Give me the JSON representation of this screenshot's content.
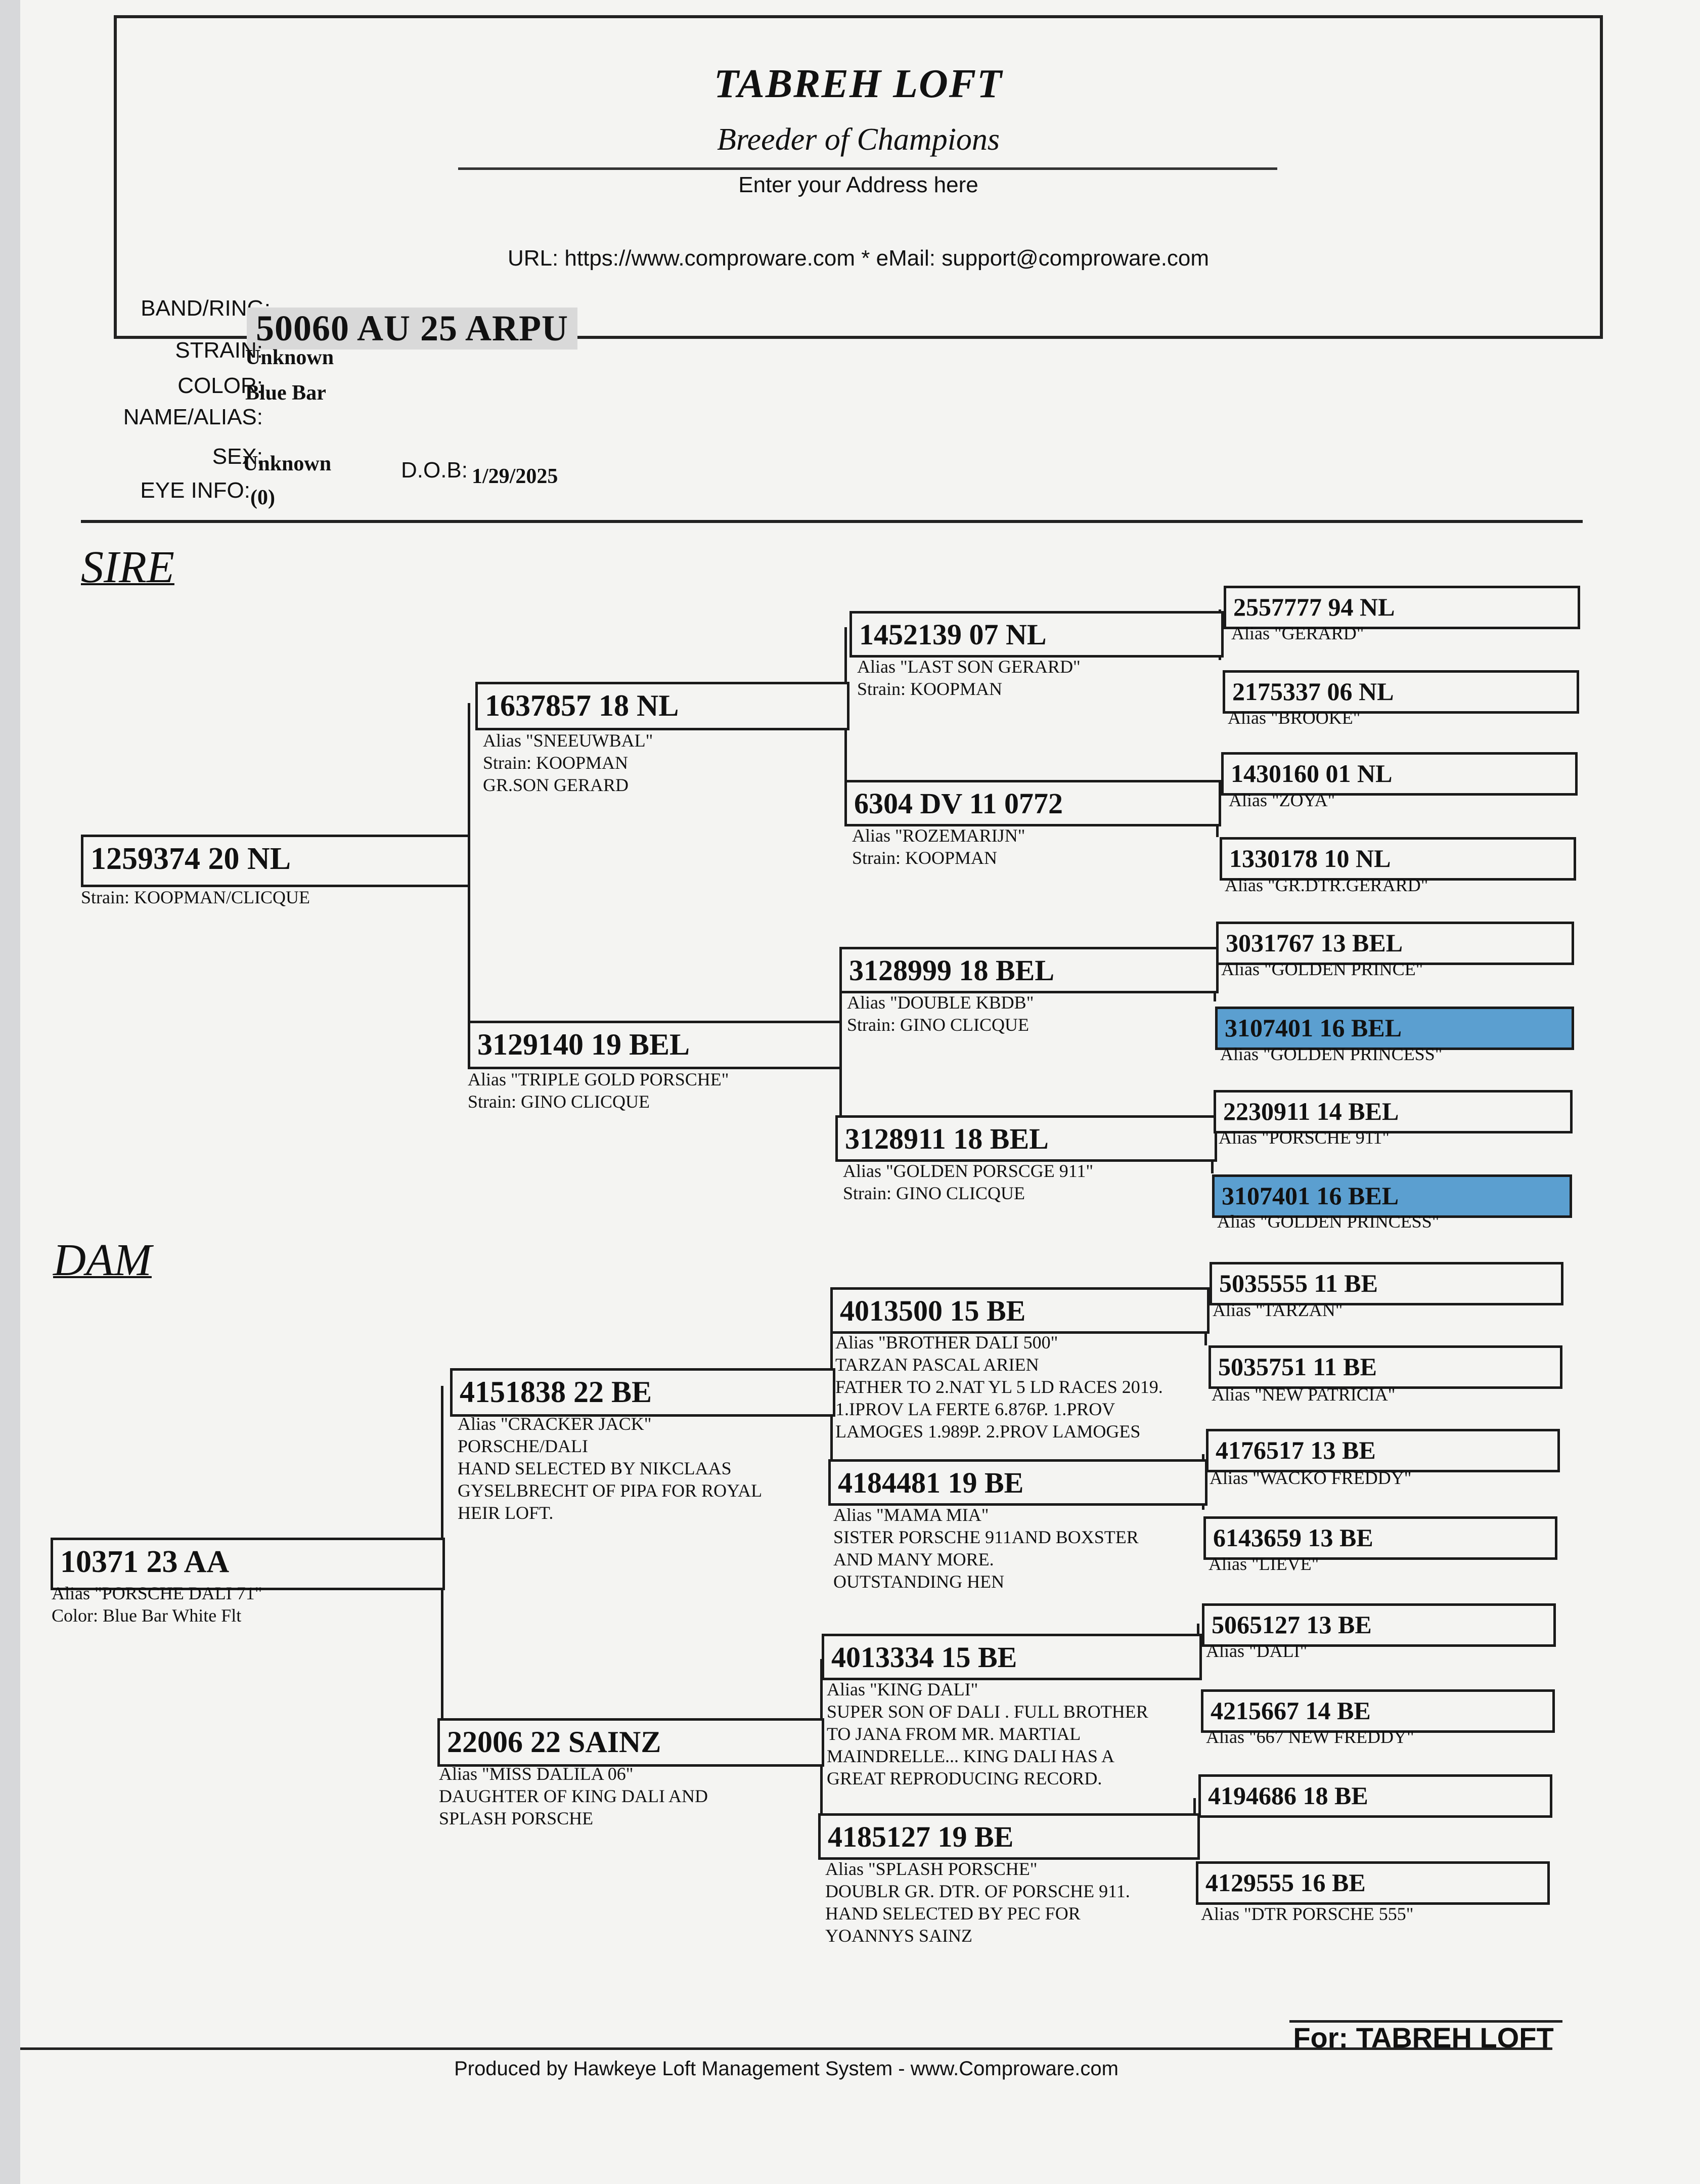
{
  "header": {
    "loft_name": "TABREH LOFT",
    "tagline": "Breeder of Champions",
    "address": "Enter your Address here",
    "contact": "URL: https://www.comproware.com * eMail: support@comproware.com"
  },
  "bird": {
    "band_label": "BAND/RING:",
    "band": "50060 AU 25 ARPU",
    "strain_label": "STRAIN:",
    "strain": "Unknown",
    "color_label": "COLOR:",
    "color": "Blue Bar",
    "name_label": "NAME/ALIAS:",
    "name": "",
    "sex_label": "SEX:",
    "sex": "Unknown",
    "dob_label": "D.O.B:",
    "dob": "1/29/2025",
    "eye_label": "EYE INFO:",
    "eye": "(0)"
  },
  "sections": {
    "sire": "SIRE",
    "dam": "DAM"
  },
  "pedigree": {
    "sire": {
      "band": "1259374 20 NL",
      "lines": [
        "Strain: KOOPMAN/CLICQUE"
      ],
      "sire": {
        "band": "1637857 18 NL",
        "lines": [
          "Alias \"SNEEUWBAL\"",
          "Strain: KOOPMAN",
          "GR.SON GERARD"
        ],
        "sire": {
          "band": "1452139 07 NL",
          "lines": [
            "Alias \"LAST SON GERARD\"",
            "Strain: KOOPMAN"
          ],
          "sire": {
            "band": "2557777 94 NL",
            "lines": [
              "Alias \"GERARD\""
            ]
          },
          "dam": {
            "band": "2175337 06 NL",
            "lines": [
              "Alias \"BROOKE\""
            ]
          }
        },
        "dam": {
          "band": "6304 DV 11 0772",
          "lines": [
            "Alias \"ROZEMARIJN\"",
            "Strain: KOOPMAN"
          ],
          "sire": {
            "band": "1430160 01 NL",
            "lines": [
              "Alias \"ZOYA\""
            ]
          },
          "dam": {
            "band": "1330178 10 NL",
            "lines": [
              "Alias \"GR.DTR.GERARD\""
            ]
          }
        }
      },
      "dam": {
        "band": "3129140 19 BEL",
        "lines": [
          "Alias \"TRIPLE GOLD PORSCHE\"",
          "Strain: GINO CLICQUE"
        ],
        "sire": {
          "band": "3128999 18 BEL",
          "lines": [
            "Alias \"DOUBLE KBDB\"",
            "Strain: GINO CLICQUE"
          ],
          "sire": {
            "band": "3031767 13 BEL",
            "lines": [
              "Alias \"GOLDEN PRINCE\""
            ]
          },
          "dam": {
            "band": "3107401 16 BEL",
            "lines": [
              "Alias \"GOLDEN PRINCESS\""
            ],
            "highlight": "#5b9fd0"
          }
        },
        "dam": {
          "band": "3128911 18 BEL",
          "lines": [
            "Alias \"GOLDEN PORSCGE 911\"",
            "Strain: GINO CLICQUE"
          ],
          "sire": {
            "band": "2230911 14 BEL",
            "lines": [
              "Alias \"PORSCHE 911\""
            ]
          },
          "dam": {
            "band": "3107401 16 BEL",
            "lines": [
              "Alias \"GOLDEN PRINCESS\""
            ],
            "highlight": "#5b9fd0"
          }
        }
      }
    },
    "dam": {
      "band": "10371 23 AA",
      "lines": [
        "Alias \"PORSCHE DALI 71\"",
        "Color: Blue Bar White Flt"
      ],
      "sire": {
        "band": "4151838 22 BE",
        "lines": [
          "Alias \"CRACKER JACK\"",
          "PORSCHE/DALI",
          "HAND SELECTED BY NIKCLAAS",
          "GYSELBRECHT OF PIPA FOR ROYAL",
          "HEIR LOFT."
        ],
        "sire": {
          "band": "4013500 15 BE",
          "lines": [
            "Alias \"BROTHER DALI 500\"",
            "TARZAN PASCAL ARIEN",
            "FATHER TO 2.NAT YL 5 LD RACES 2019.",
            "1.IPROV LA FERTE 6.876P. 1.PROV",
            "LAMOGES 1.989P. 2.PROV LAMOGES"
          ],
          "sire": {
            "band": "5035555 11 BE",
            "lines": [
              "Alias \"TARZAN\""
            ]
          },
          "dam": {
            "band": "5035751 11 BE",
            "lines": [
              "Alias \"NEW PATRICIA\""
            ]
          }
        },
        "dam": {
          "band": "4184481 19 BE",
          "lines": [
            "Alias \"MAMA MIA\"",
            "SISTER PORSCHE 911AND BOXSTER",
            "AND MANY MORE.",
            "OUTSTANDING HEN"
          ],
          "sire": {
            "band": "4176517 13 BE",
            "lines": [
              "Alias \"WACKO FREDDY\""
            ]
          },
          "dam": {
            "band": "6143659 13 BE",
            "lines": [
              "Alias \"LIEVE\""
            ]
          }
        }
      },
      "dam": {
        "band": "22006 22 SAINZ",
        "lines": [
          "Alias \"MISS DALILA 06\"",
          "DAUGHTER OF KING DALI AND",
          "SPLASH PORSCHE"
        ],
        "sire": {
          "band": "4013334 15 BE",
          "lines": [
            "Alias \"KING DALI\"",
            "SUPER SON OF DALI . FULL BROTHER",
            "TO JANA FROM MR. MARTIAL",
            "MAINDRELLE... KING DALI HAS A",
            "GREAT REPRODUCING RECORD."
          ],
          "sire": {
            "band": "5065127 13 BE",
            "lines": [
              "Alias \"DALI\""
            ]
          },
          "dam": {
            "band": "4215667 14 BE",
            "lines": [
              "Alias \"667 NEW FREDDY\""
            ]
          }
        },
        "dam": {
          "band": "4185127 19 BE",
          "lines": [
            "Alias \"SPLASH PORSCHE\"",
            "DOUBLR GR. DTR. OF PORSCHE 911.",
            "HAND SELECTED BY PEC FOR",
            "YOANNYS SAINZ"
          ],
          "sire": {
            "band": "4194686 18 BE",
            "lines": []
          },
          "dam": {
            "band": "4129555 16 BE",
            "lines": [
              "Alias \"DTR PORSCHE 555\""
            ]
          }
        }
      }
    }
  },
  "footer": {
    "for_text": "For: TABREH LOFT",
    "produced": "Produced by Hawkeye Loft Management System - www.Comproware.com"
  }
}
